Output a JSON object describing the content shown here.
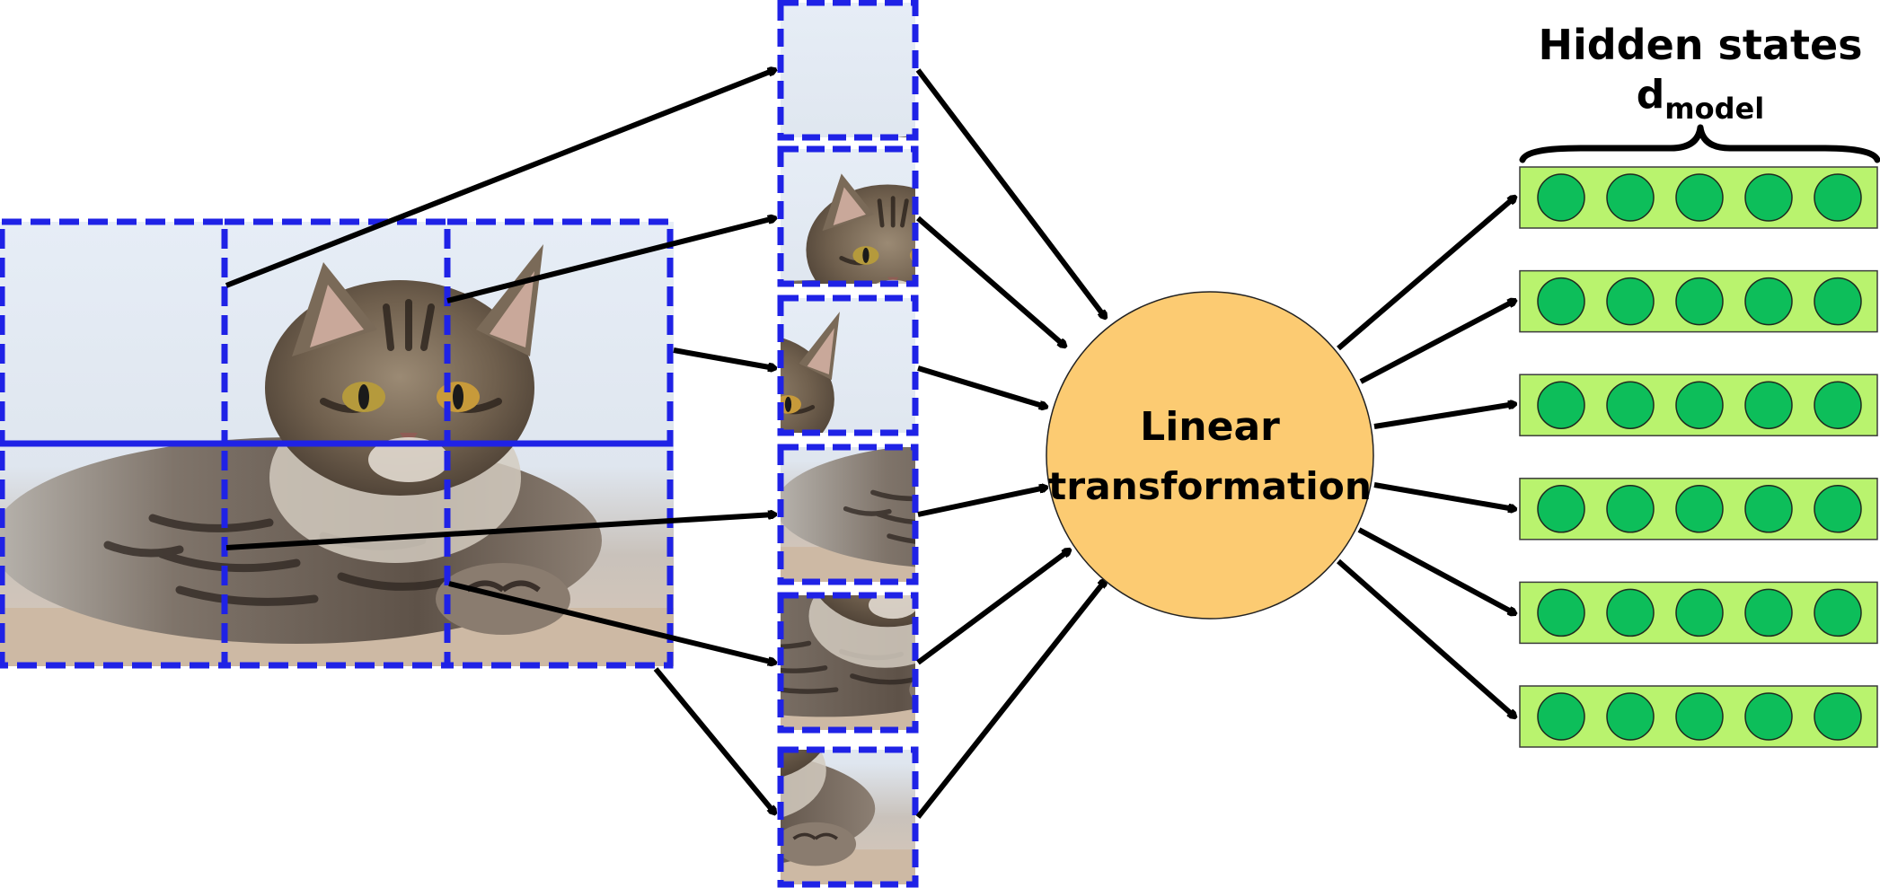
{
  "header": {
    "title": "Hidden states",
    "dim_main": "d",
    "dim_sub": "model"
  },
  "transform": {
    "line1": "Linear",
    "line2": "transformation",
    "color": "#FCCB72"
  },
  "image_patches": {
    "grid_rows": 2,
    "grid_cols": 3,
    "border_color": "#1F22E6",
    "patch_count": 6
  },
  "hidden_states": {
    "vector_count": 6,
    "units_per_vector": 5,
    "vector_fill": "#B9F36E",
    "unit_fill": "#0DBE5A"
  },
  "colors": {
    "arrow": "#000000",
    "background": "#FFFFFF"
  }
}
